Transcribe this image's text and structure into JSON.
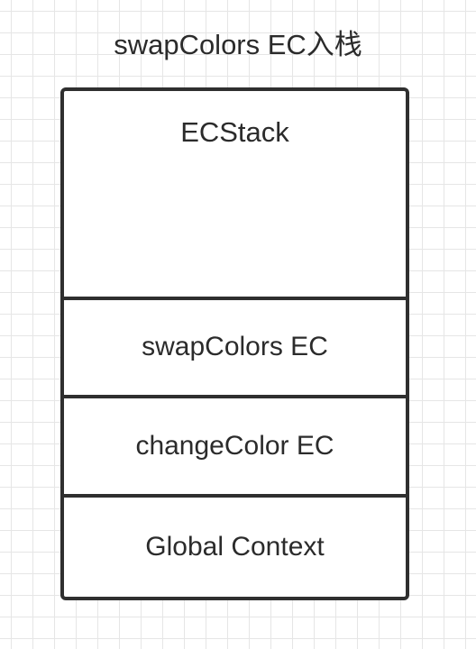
{
  "diagram": {
    "title": "swapColors EC入栈",
    "stack": {
      "label": "ECStack",
      "frames": [
        "swapColors EC",
        "changeColor EC",
        "Global Context"
      ]
    }
  },
  "colors": {
    "border": "#2f2f2f",
    "text": "#2b2b2b",
    "grid": "#e6e6e6"
  }
}
